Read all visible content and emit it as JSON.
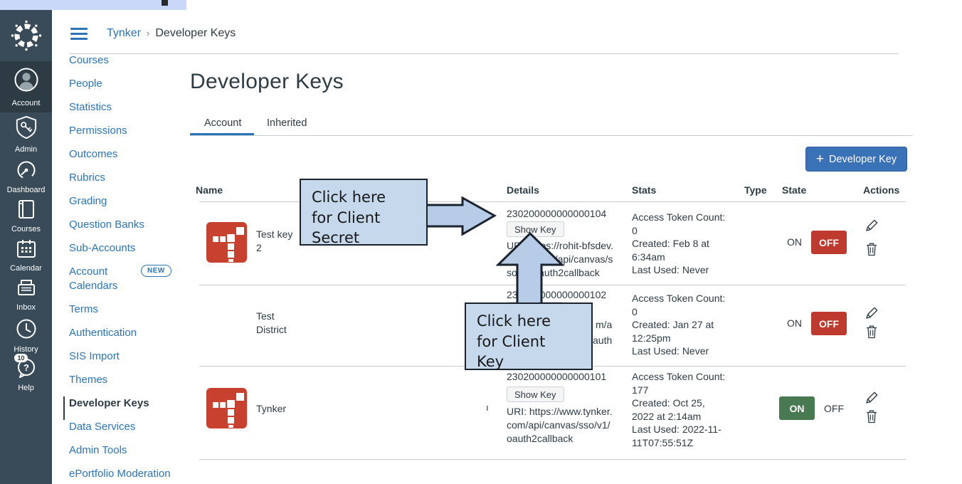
{
  "top_strip": {
    "color": "#C9D7F9"
  },
  "sidebar": {
    "items": [
      {
        "label": "Account"
      },
      {
        "label": "Admin"
      },
      {
        "label": "Dashboard"
      },
      {
        "label": "Courses"
      },
      {
        "label": "Calendar"
      },
      {
        "label": "Inbox"
      },
      {
        "label": "History"
      },
      {
        "label": "Help"
      }
    ],
    "help_badge": "10"
  },
  "breadcrumb": {
    "root": "Tynker",
    "separator": "›",
    "current": "Developer Keys"
  },
  "nav2": {
    "new_badge": "NEW",
    "items": [
      "Courses",
      "People",
      "Statistics",
      "Permissions",
      "Outcomes",
      "Rubrics",
      "Grading",
      "Question Banks",
      "Sub-Accounts",
      "Account Calendars",
      "Terms",
      "Authentication",
      "SIS Import",
      "Themes",
      "Developer Keys",
      "Data Services",
      "Admin Tools",
      "ePortfolio Moderation"
    ]
  },
  "main": {
    "title": "Developer Keys",
    "tabs": [
      {
        "label": "Account"
      },
      {
        "label": "Inherited"
      }
    ],
    "add_button": {
      "plus_icon": "+",
      "label": "Developer Key"
    }
  },
  "table": {
    "headers": {
      "name": "Name",
      "details": "Details",
      "stats": "Stats",
      "type": "Type",
      "state": "State",
      "actions": "Actions"
    },
    "rows": [
      {
        "name_lines": [
          "Test key",
          "2"
        ],
        "id": "230200000000000104",
        "show_key_label": "Show Key",
        "uri_lines": [
          "URI: https://rohit-bfsdev.",
          "tynker.com/api/canvas/s",
          "so/v1/oauth2callback"
        ],
        "stats_lines": [
          "Access Token Count:",
          "0",
          "Created: Feb 8 at",
          "6:34am",
          "Last Used: Never"
        ],
        "state_on": "ON",
        "state_off": "OFF",
        "active_state": "off"
      },
      {
        "name_lines": [
          "Test",
          "District"
        ],
        "id": "230200000000000102",
        "show_key_label": "Show Key",
        "uri_fragments": [
          "m/a",
          "auth"
        ],
        "stats_lines": [
          "Access Token Count:",
          "0",
          "Created: Jan 27 at",
          "12:25pm",
          "Last Used: Never"
        ],
        "state_on": "ON",
        "state_off": "OFF",
        "active_state": "off"
      },
      {
        "name_lines": [
          "Tynker"
        ],
        "id": "230200000000000101",
        "show_key_label": "Show Key",
        "stray_mark": "ı",
        "uri_lines": [
          "URI: https://www.tynker.",
          "com/api/canvas/sso/v1/",
          "oauth2callback"
        ],
        "stats_lines": [
          "Access Token Count:",
          "177",
          "Created: Oct 25,",
          "2022 at 2:14am",
          "Last Used: 2022-11-",
          "11T07:55:51Z"
        ],
        "state_on": "ON",
        "state_off": "OFF",
        "active_state": "on"
      }
    ]
  },
  "annotations": {
    "secret_callout": {
      "lines": [
        "Click here",
        "for Client",
        "Secret"
      ]
    },
    "key_callout": {
      "lines": [
        "Click here",
        "for Client",
        "Key"
      ]
    }
  },
  "colors": {
    "sidebar_bg": "#394B58",
    "accent_blue": "#2B74B8",
    "button_blue": "#3A72B8",
    "state_off_red": "#BE3A2F",
    "state_on_green": "#487950",
    "callout_fill": "#C6D8EC",
    "callout_border": "#1A232E",
    "logo_red": "#C8402E"
  }
}
